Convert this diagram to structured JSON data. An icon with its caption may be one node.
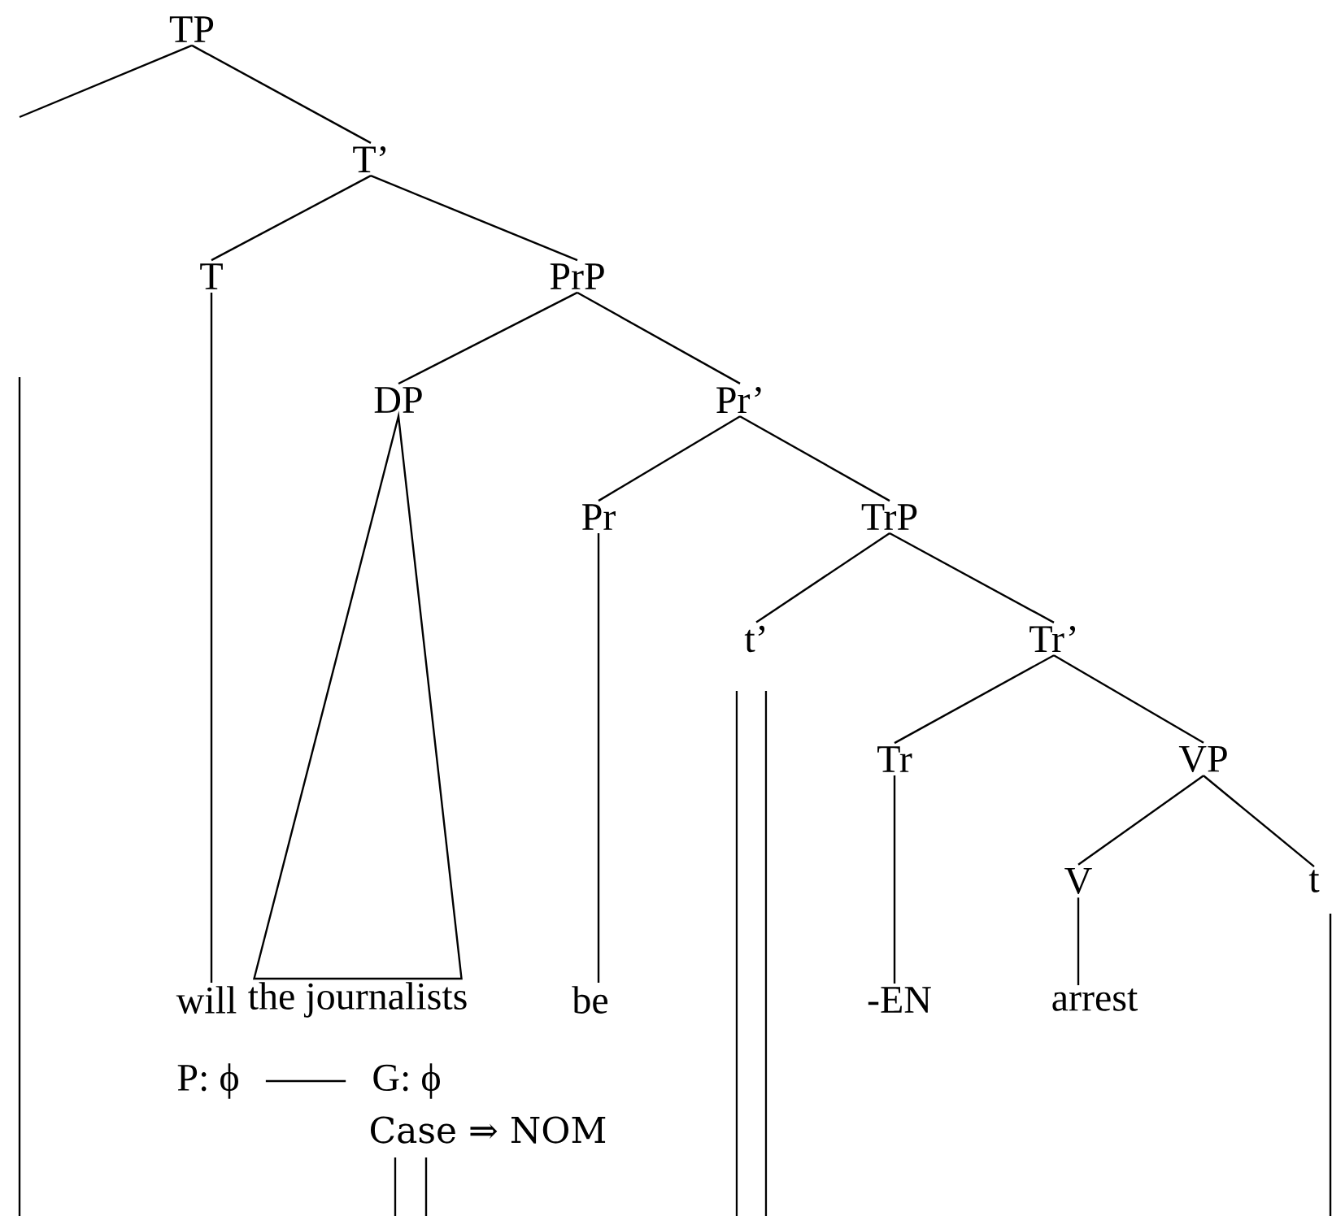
{
  "diagram": {
    "nodes": [
      {
        "text": [
          "TP"
        ]
      },
      {
        "text": [
          "T’"
        ]
      },
      {
        "text": [
          "T"
        ]
      },
      {
        "text": [
          "PrP"
        ]
      },
      {
        "text": [
          "DP"
        ]
      },
      {
        "text": [
          "Pr’"
        ]
      },
      {
        "text": [
          "Pr"
        ]
      },
      {
        "text": [
          "TrP"
        ]
      },
      {
        "text": [
          "t’"
        ]
      },
      {
        "text": [
          "Tr’"
        ]
      },
      {
        "text": [
          "Tr"
        ]
      },
      {
        "text": [
          "VP"
        ]
      },
      {
        "text": [
          "V"
        ]
      },
      {
        "text": [
          "t"
        ]
      },
      {
        "text": [
          "will"
        ]
      },
      {
        "text": [
          "the journalists"
        ]
      },
      {
        "text": [
          "be"
        ]
      },
      {
        "text": [
          "-EN"
        ]
      },
      {
        "text": [
          "arrest"
        ]
      },
      {
        "text": [
          "P: ϕ"
        ]
      },
      {
        "text": [
          "G: ϕ"
        ]
      }
    ],
    "edges": [
      {
        "from": 0,
        "to": null,
        "arrow": "none"
      },
      {
        "from": 0,
        "to": 1,
        "arrow": "none"
      },
      {
        "from": 1,
        "to": 2,
        "arrow": "none"
      },
      {
        "from": 1,
        "to": 3,
        "arrow": "none"
      },
      {
        "from": 3,
        "to": 4,
        "arrow": "none"
      },
      {
        "from": 3,
        "to": 5,
        "arrow": "none"
      },
      {
        "from": 5,
        "to": 6,
        "arrow": "none"
      },
      {
        "from": 5,
        "to": 7,
        "arrow": "none"
      },
      {
        "from": 7,
        "to": 8,
        "arrow": "none"
      },
      {
        "from": 7,
        "to": 9,
        "arrow": "none"
      },
      {
        "from": 9,
        "to": 10,
        "arrow": "none"
      },
      {
        "from": 9,
        "to": 11,
        "arrow": "none"
      },
      {
        "from": 11,
        "to": 12,
        "arrow": "none"
      },
      {
        "from": 11,
        "to": 13,
        "arrow": "none"
      },
      {
        "from": 2,
        "to": 14,
        "arrow": "none"
      },
      {
        "from": 4,
        "to": 15,
        "arrow": "none"
      },
      {
        "from": 6,
        "to": 16,
        "arrow": "none"
      },
      {
        "from": 10,
        "to": 17,
        "arrow": "none"
      },
      {
        "from": 12,
        "to": 18,
        "arrow": "none"
      },
      {
        "from": 19,
        "to": 20,
        "arrow": "none"
      }
    ],
    "labels": [
      "Case ⇒ NOM"
    ]
  }
}
